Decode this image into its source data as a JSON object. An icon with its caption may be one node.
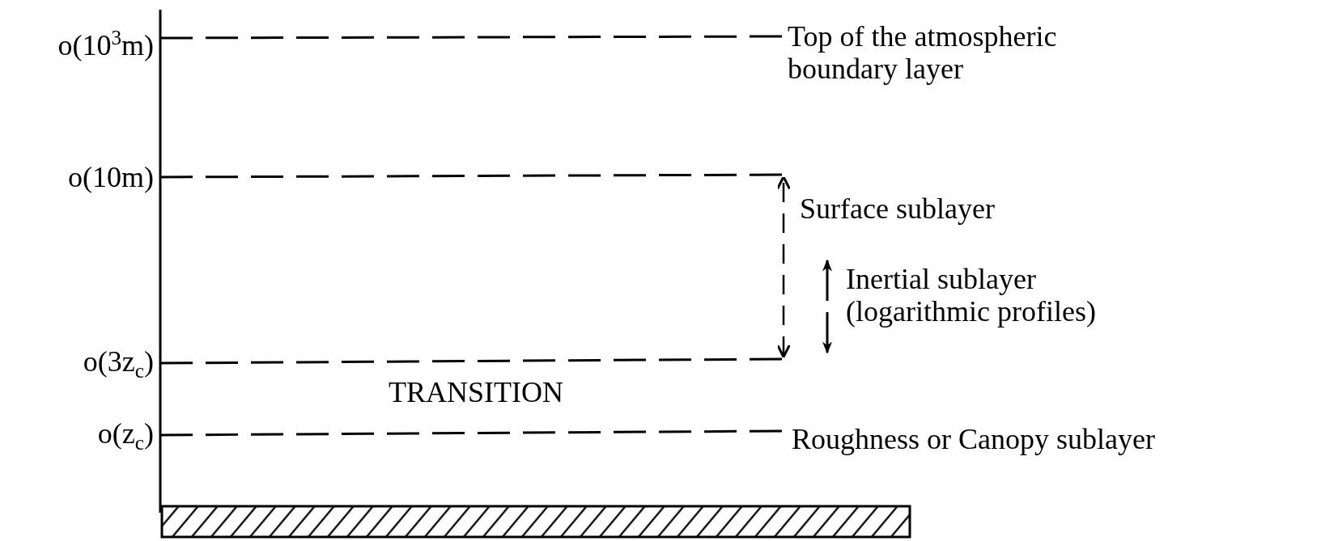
{
  "diagram": {
    "labels": [
      "o(10$^{3}$m)",
      "Top of the atmospheric boundary layer",
      "o(10m)",
      "Surface sublayer",
      "Inertial sublayer (logarithmic profiles)",
      "o(3z$_{c}$)",
      "TRANSITION",
      "o(z$_{c}$)",
      "Roughness or Canopy sublayer"
    ]
  }
}
